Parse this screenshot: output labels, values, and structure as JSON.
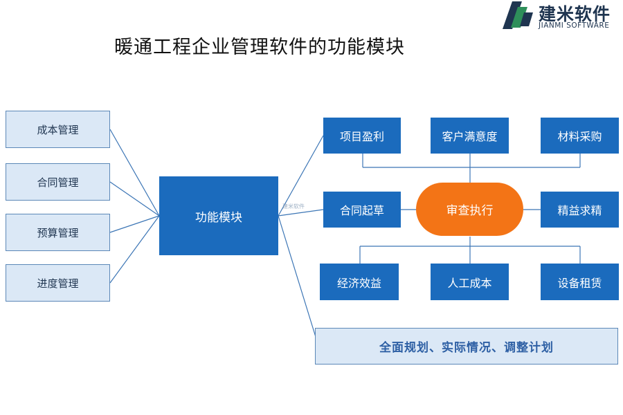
{
  "title": "暖通工程企业管理软件的功能模块",
  "logo": {
    "cn": "建米软件",
    "en": "JIANMI SOFTWARE"
  },
  "left_items": [
    "成本管理",
    "合同管理",
    "预算管理",
    "进度管理"
  ],
  "center_label": "功能模块",
  "top_row": [
    "项目盈利",
    "客户满意度",
    "材料采购"
  ],
  "middle_left": "合同起草",
  "middle_center": "审查执行",
  "middle_right": "精益求精",
  "bottom_row": [
    "经济效益",
    "人工成本",
    "设备租赁"
  ],
  "bottom_banner": "全面规划、实际情况、调整计划",
  "watermark": "建米软件",
  "colors": {
    "dark_blue": "#1b6bbd",
    "light_blue": "#dbe8f6",
    "orange": "#f37416",
    "line": "#3b75b5"
  }
}
